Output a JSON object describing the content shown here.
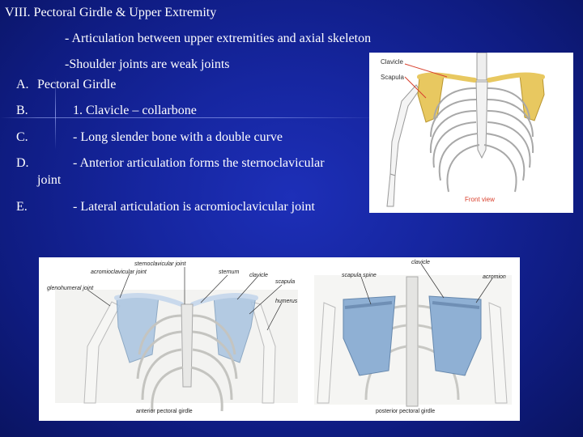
{
  "slide": {
    "title": "VIII. Pectoral Girdle & Upper Extremity",
    "bullet_articulation": "- Articulation between upper extremities and axial skeleton",
    "bullet_shoulder": "-Shoulder joints are weak joints",
    "items": [
      {
        "marker": "A.",
        "text": "Pectoral Girdle"
      },
      {
        "marker": "B.",
        "text": "1. Clavicle – collarbone"
      },
      {
        "marker": "C.",
        "text": "- Long slender bone with a double curve"
      },
      {
        "marker": "D.",
        "text": "- Anterior articulation forms the sternoclavicular"
      },
      {
        "marker": "E.",
        "text": "- Lateral articulation is acromioclavicular joint"
      }
    ],
    "d_continuation": "joint"
  },
  "figure_top": {
    "labels": {
      "clavicle": "Clavicle",
      "scapula": "Scapula",
      "view": "Front view"
    }
  },
  "figure_bottom": {
    "labels": {
      "sternoclavicular_joint": "sternoclavicular joint",
      "acromioclavicular_joint": "acromioclavicular joint",
      "glenohumeral_joint": "glenohumeral joint",
      "sternum": "sternum",
      "clavicle_left": "clavicle",
      "scapula": "scapula",
      "humerus": "humerus",
      "clavicle_right": "clavicle",
      "scapula_spine": "scapula spine",
      "acromion": "acromion",
      "caption_anterior": "anterior pectoral girdle",
      "caption_posterior": "posterior pectoral girdle"
    }
  },
  "colors": {
    "background": "#1626a0",
    "text": "#ffffff",
    "bone_highlight": "#e8c860",
    "label_red": "#d9412e",
    "bone_blue": "#a9c4e0"
  }
}
